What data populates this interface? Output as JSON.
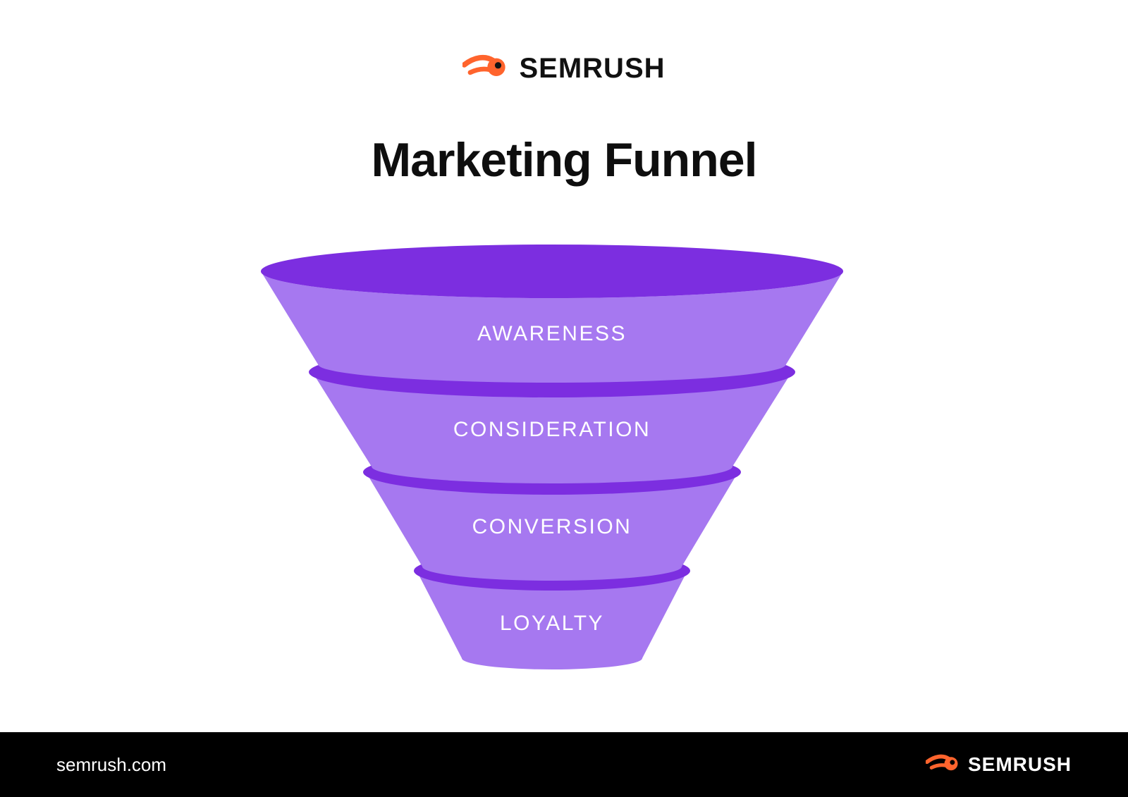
{
  "header": {
    "brand": "SEMRUSH",
    "brand_icon": "semrush-flame-icon"
  },
  "title": "Marketing Funnel",
  "funnel": {
    "stages": [
      {
        "label": "AWARENESS"
      },
      {
        "label": "CONSIDERATION"
      },
      {
        "label": "CONVERSION"
      },
      {
        "label": "LOYALTY"
      }
    ]
  },
  "footer": {
    "site": "semrush.com",
    "brand": "SEMRUSH",
    "brand_icon": "semrush-flame-icon"
  },
  "colors": {
    "brand_orange": "#FF642D",
    "funnel_light": "#A678F0",
    "funnel_dark": "#7C2EE0",
    "footer_bg": "#000000",
    "title_text": "#0E0E0E",
    "funnel_text": "#FFFFFF"
  }
}
